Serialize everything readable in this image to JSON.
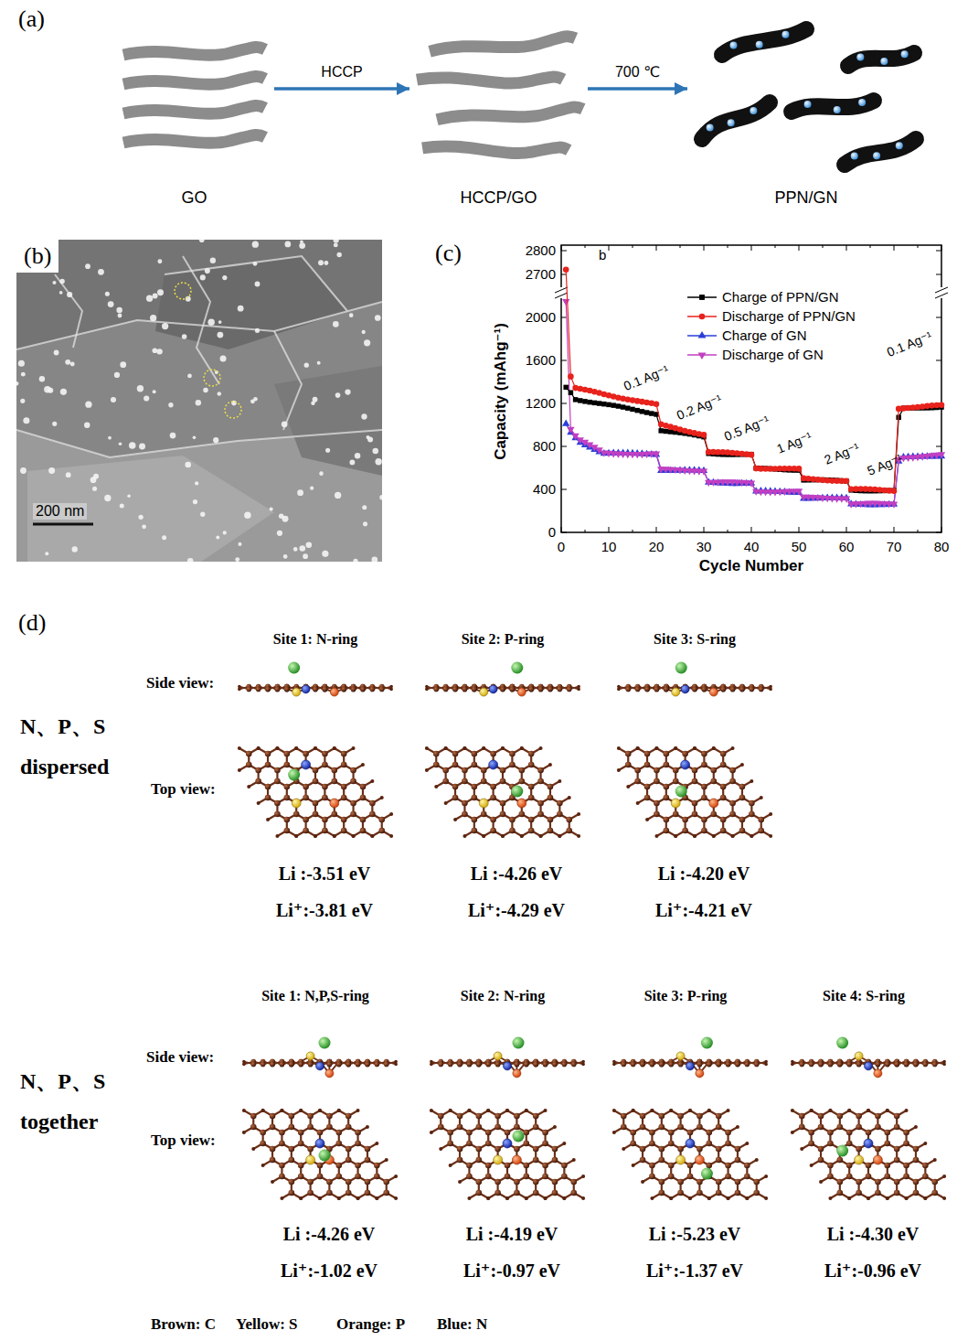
{
  "diagram": {
    "nodes": [
      {
        "text": [
          "GO"
        ]
      },
      {
        "text": [
          "HCCP/GO"
        ]
      },
      {
        "text": [
          "PPN/GN"
        ]
      }
    ],
    "edges": [
      {
        "from": 0,
        "to": 1,
        "arrow": "to",
        "label": "HCCP"
      },
      {
        "from": 1,
        "to": 2,
        "arrow": "to",
        "label": "700 ℃"
      }
    ],
    "labels": [
      "(a)",
      "(b)",
      "200 nm",
      "(c)",
      "b",
      "2800",
      "2700",
      "2000",
      "1600",
      "1200",
      "800",
      "400",
      "0",
      "0",
      "10",
      "20",
      "30",
      "40",
      "50",
      "60",
      "70",
      "80",
      "Cycle Number",
      "Capacity (mAhg⁻¹)",
      "0.1 Ag⁻¹",
      "0.2 Ag⁻¹",
      "0.5 Ag⁻¹",
      "1 Ag⁻¹",
      "2 Ag⁻¹",
      "5 Ag⁻¹",
      "0.1 Ag⁻¹",
      "(d)",
      "N、P、S dispersed",
      "Site 1: N-ring",
      "Site 2: P-ring",
      "Site 3: S-ring",
      "Side view:",
      "Top view:",
      "Li :-3.51 eV",
      "Li⁺:-3.81 eV",
      "Li :-4.26 eV",
      "Li⁺:-4.29 eV",
      "Li :-4.20 eV",
      "Li⁺:-4.21 eV",
      "N、P、S together",
      "Site 1: N,P,S-ring",
      "Site 2: N-ring",
      "Site 3: P-ring",
      "Site 4: S-ring",
      "Side view:",
      "Top view:",
      "Li :-4.26 eV",
      "Li⁺:-1.02 eV",
      "Li :-4.19 eV",
      "Li⁺:-0.97 eV",
      "Li :-5.23 eV",
      "Li⁺:-1.37 eV",
      "Li :-4.30 eV",
      "Li⁺:-0.96 eV",
      "Brown: C",
      "Yellow: S",
      "Orange: P",
      "Blue: N"
    ],
    "legend": [
      {
        "text": "Charge of PPN/GN"
      },
      {
        "text": "Discharge of PPN/GN"
      },
      {
        "text": "Charge of GN"
      },
      {
        "text": "Discharge of GN"
      }
    ]
  }
}
